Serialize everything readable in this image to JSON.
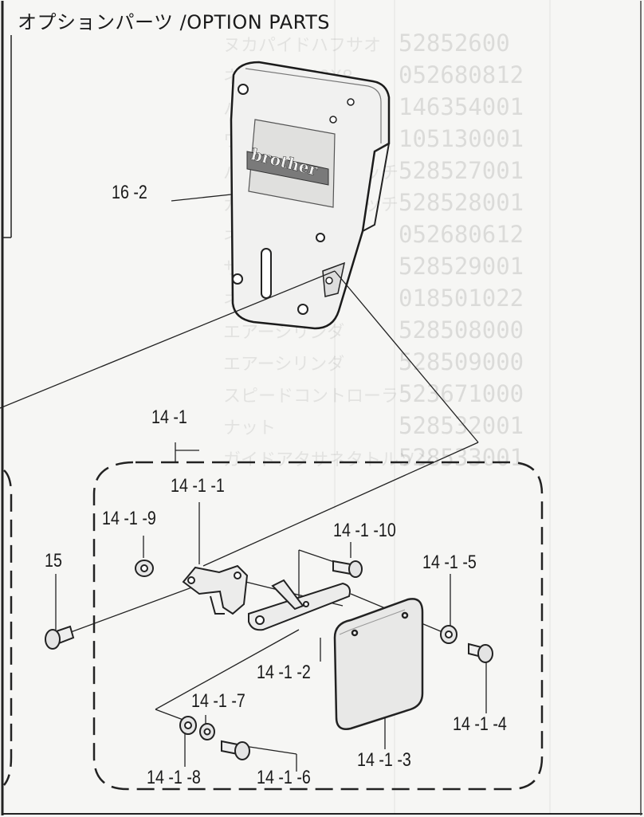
{
  "title": "オプションパーツ /OPTION PARTS",
  "brand_plate_text": "brother",
  "background_table": {
    "part_numbers": [
      "52852600",
      "052680812",
      "146354001",
      "105130001",
      "528527001",
      "528528001",
      "052680612",
      "528529001",
      "018501022",
      "528508000",
      "528509000",
      "523671000",
      "528532001",
      "528533001"
    ],
    "part_names": [
      "ヌカパイドハフサオ",
      "ネジ　M3 40X8",
      "ハンワサ",
      "ワッシャ　3.5",
      "バケアタサラヌリッチ",
      "ガイドアタラナリッチ",
      "ネジ　M3 40X6",
      "サンハイチガ",
      "ネジ　M3X10",
      "エアーシリンダ",
      "エアーシリンダ",
      "スピードコントローラ",
      "ナット",
      "ガイドアタサネタトルソン"
    ]
  },
  "callouts": {
    "c16_2": "16 -2",
    "c14_1": "14 -1",
    "c14_1_1": "14 -1 -1",
    "c14_1_9": "14 -1 -9",
    "c14_1_10": "14 -1 -10",
    "c14_1_5": "14 -1 -5",
    "c15": "15",
    "c14_1_2": "14 -1 -2",
    "c14_1_7": "14 -1 -7",
    "c14_1_4": "14 -1 -4",
    "c14_1_3": "14 -1 -3",
    "c14_1_8": "14 -1 -8",
    "c14_1_6": "14 -1 -6"
  }
}
